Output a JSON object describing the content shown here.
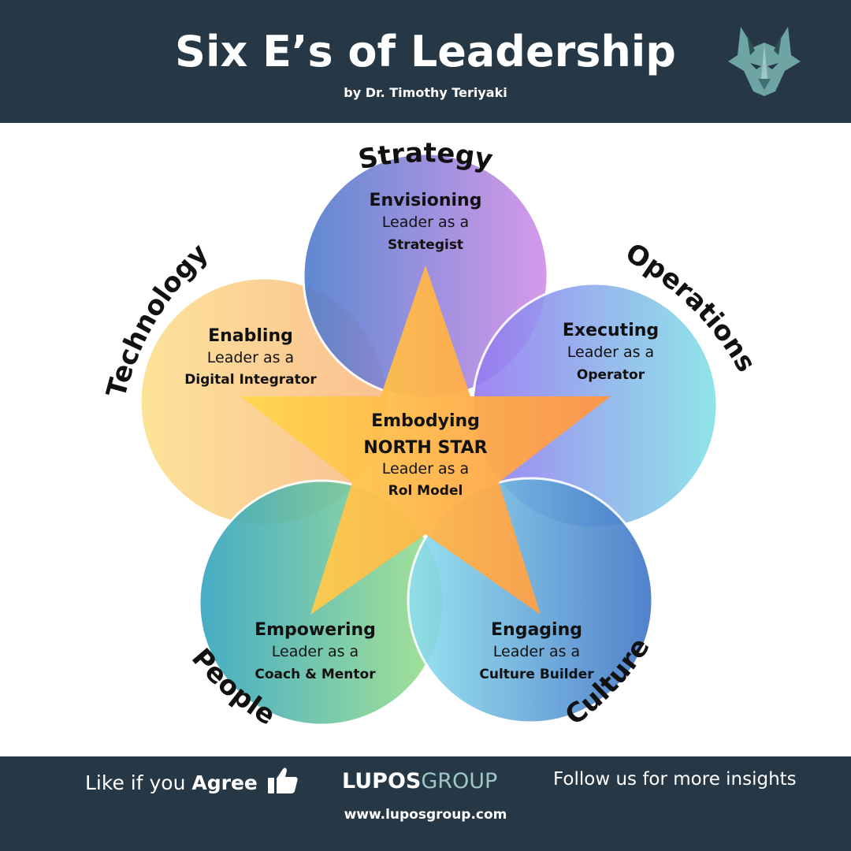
{
  "header": {
    "title": "Six E’s of Leadership",
    "subtitle": "by Dr. Timothy Teriyaki",
    "logo_icon": "wolf-icon"
  },
  "petals": [
    {
      "area": "Strategy",
      "name": "Envisioning",
      "role_prefix": "Leader as a",
      "role": "Strategist",
      "colors": [
        "#4f7ccd",
        "#d38ee8"
      ]
    },
    {
      "area": "Operations",
      "name": "Executing",
      "role_prefix": "Leader as a",
      "role": "Operator",
      "colors": [
        "#9678f2",
        "#84e3e6"
      ]
    },
    {
      "area": "Culture",
      "name": "Engaging",
      "role_prefix": "Leader as a",
      "role": "Culture Builder",
      "colors": [
        "#8fe0ee",
        "#3f74c6"
      ]
    },
    {
      "area": "People",
      "name": "Empowering",
      "role_prefix": "Leader as a",
      "role": "Coach & Mentor",
      "colors": [
        "#33a4c0",
        "#9ee18a"
      ]
    },
    {
      "area": "Technology",
      "name": "Enabling",
      "role_prefix": "Leader as a",
      "role": "Digital Integrator",
      "colors": [
        "#fde08e",
        "#f9b986"
      ]
    }
  ],
  "center": {
    "name": "Embodying",
    "subname": "NORTH STAR",
    "role_prefix": "Leader as a",
    "role": "Rol Model",
    "colors": [
      "#ffd84e",
      "#ff9446"
    ]
  },
  "footer": {
    "like_text": "Like if you ",
    "like_bold": "Agree",
    "like_icon": "thumbs-up-icon",
    "logo_part1": "LUPOS",
    "logo_part2": "GROUP",
    "follow_text": "Follow us for more insights",
    "url": "www.luposgroup.com"
  },
  "colors": {
    "header_bg": "#263845",
    "footer_bg": "#263845",
    "accent_teal": "#6ea4a4"
  }
}
